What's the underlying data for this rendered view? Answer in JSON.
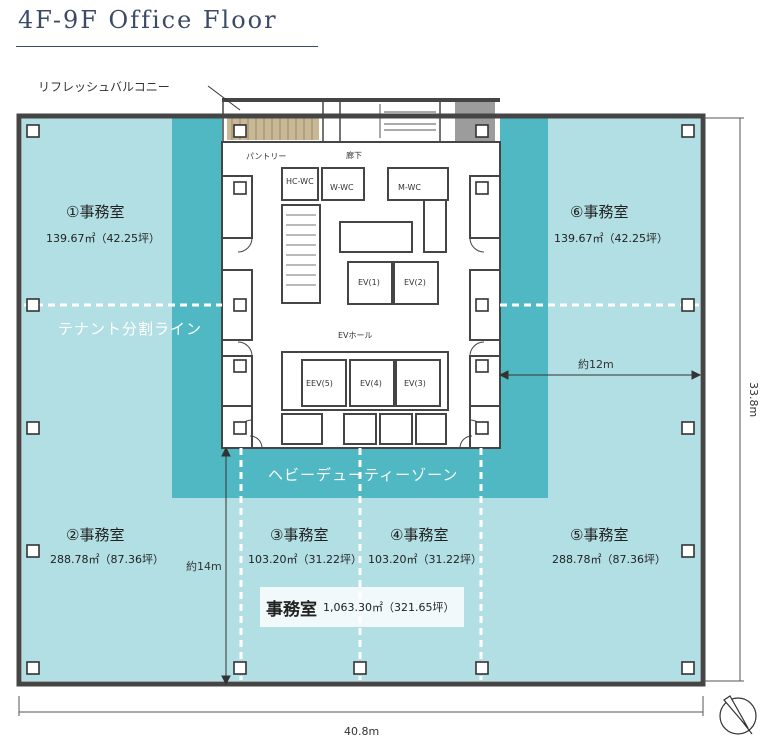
{
  "title": "4F-9F Office Floor",
  "labels": {
    "balcony": "リフレッシュバルコニー",
    "pantry": "パントリー",
    "corridor": "廊下",
    "hc_wc": "HC-WC",
    "w_wc": "W-WC",
    "m_wc": "M-WC",
    "ev1": "EV(1)",
    "ev2": "EV(2)",
    "ev3": "EV(3)",
    "ev4": "EV(4)",
    "eev5": "EEV(5)",
    "ev_hall": "EVホール",
    "tenant_line": "テナント分割ライン",
    "heavy_duty": "ヘビーデューティーゾーン"
  },
  "rooms": [
    {
      "name": "①事務室",
      "area": "139.67㎡（42.25坪）"
    },
    {
      "name": "②事務室",
      "area": "288.78㎡（87.36坪）"
    },
    {
      "name": "③事務室",
      "area": "103.20㎡（31.22坪）"
    },
    {
      "name": "④事務室",
      "area": "103.20㎡（31.22坪）"
    },
    {
      "name": "⑤事務室",
      "area": "288.78㎡（87.36坪）"
    },
    {
      "name": "⑥事務室",
      "area": "139.67㎡（42.25坪）"
    }
  ],
  "total": {
    "name": "事務室",
    "area": "1,063.30㎡（321.65坪）"
  },
  "dimensions": {
    "width": "40.8m",
    "height": "33.8m",
    "depth_left": "約14m",
    "depth_right": "約12m"
  },
  "colors": {
    "office": "#b2dfe4",
    "heavy_zone": "#4fb8c2",
    "wall": "#454545",
    "title": "#3c4a66"
  }
}
